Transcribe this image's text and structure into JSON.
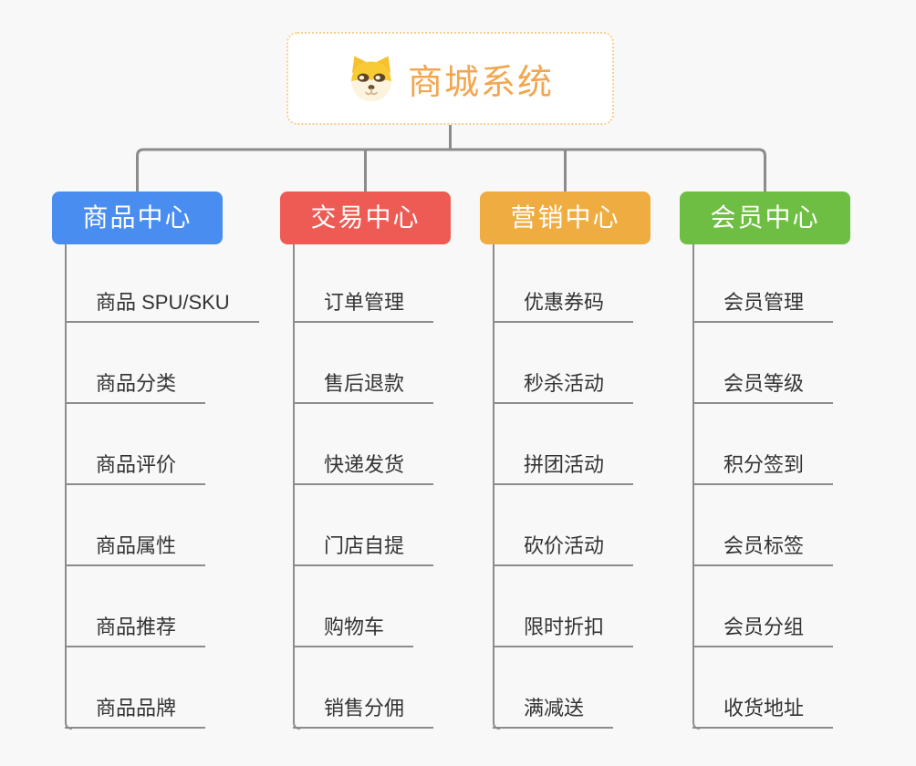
{
  "root": {
    "title": "商城系统",
    "icon": "dog-icon"
  },
  "columns": [
    {
      "label": "商品中心",
      "color": "#4a8df0",
      "items": [
        "商品 SPU/SKU",
        "商品分类",
        "商品评价",
        "商品属性",
        "商品推荐",
        "商品品牌"
      ]
    },
    {
      "label": "交易中心",
      "color": "#ee5b55",
      "items": [
        "订单管理",
        "售后退款",
        "快递发货",
        "门店自提",
        "购物车",
        "销售分佣"
      ]
    },
    {
      "label": "营销中心",
      "color": "#efad41",
      "items": [
        "优惠券码",
        "秒杀活动",
        "拼团活动",
        "砍价活动",
        "限时折扣",
        "满减送"
      ]
    },
    {
      "label": "会员中心",
      "color": "#6fbe44",
      "items": [
        "会员管理",
        "会员等级",
        "积分签到",
        "会员标签",
        "会员分组",
        "收货地址"
      ]
    }
  ],
  "colors": {
    "background": "#f8f8f8",
    "connector_line": "#8c8c8c",
    "item_text": "#333333",
    "root_text": "#f2a64e",
    "root_border": "#f6cd8d"
  }
}
